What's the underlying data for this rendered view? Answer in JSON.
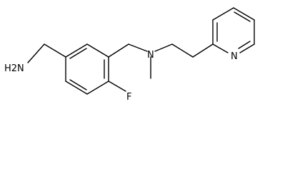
{
  "atoms": {
    "amine": "H2N",
    "fluorine": "F",
    "tertiary_nitrogen": "N",
    "pyridine_nitrogen": "N"
  },
  "colors": {
    "bond": "#000000",
    "background": "#ffffff"
  }
}
